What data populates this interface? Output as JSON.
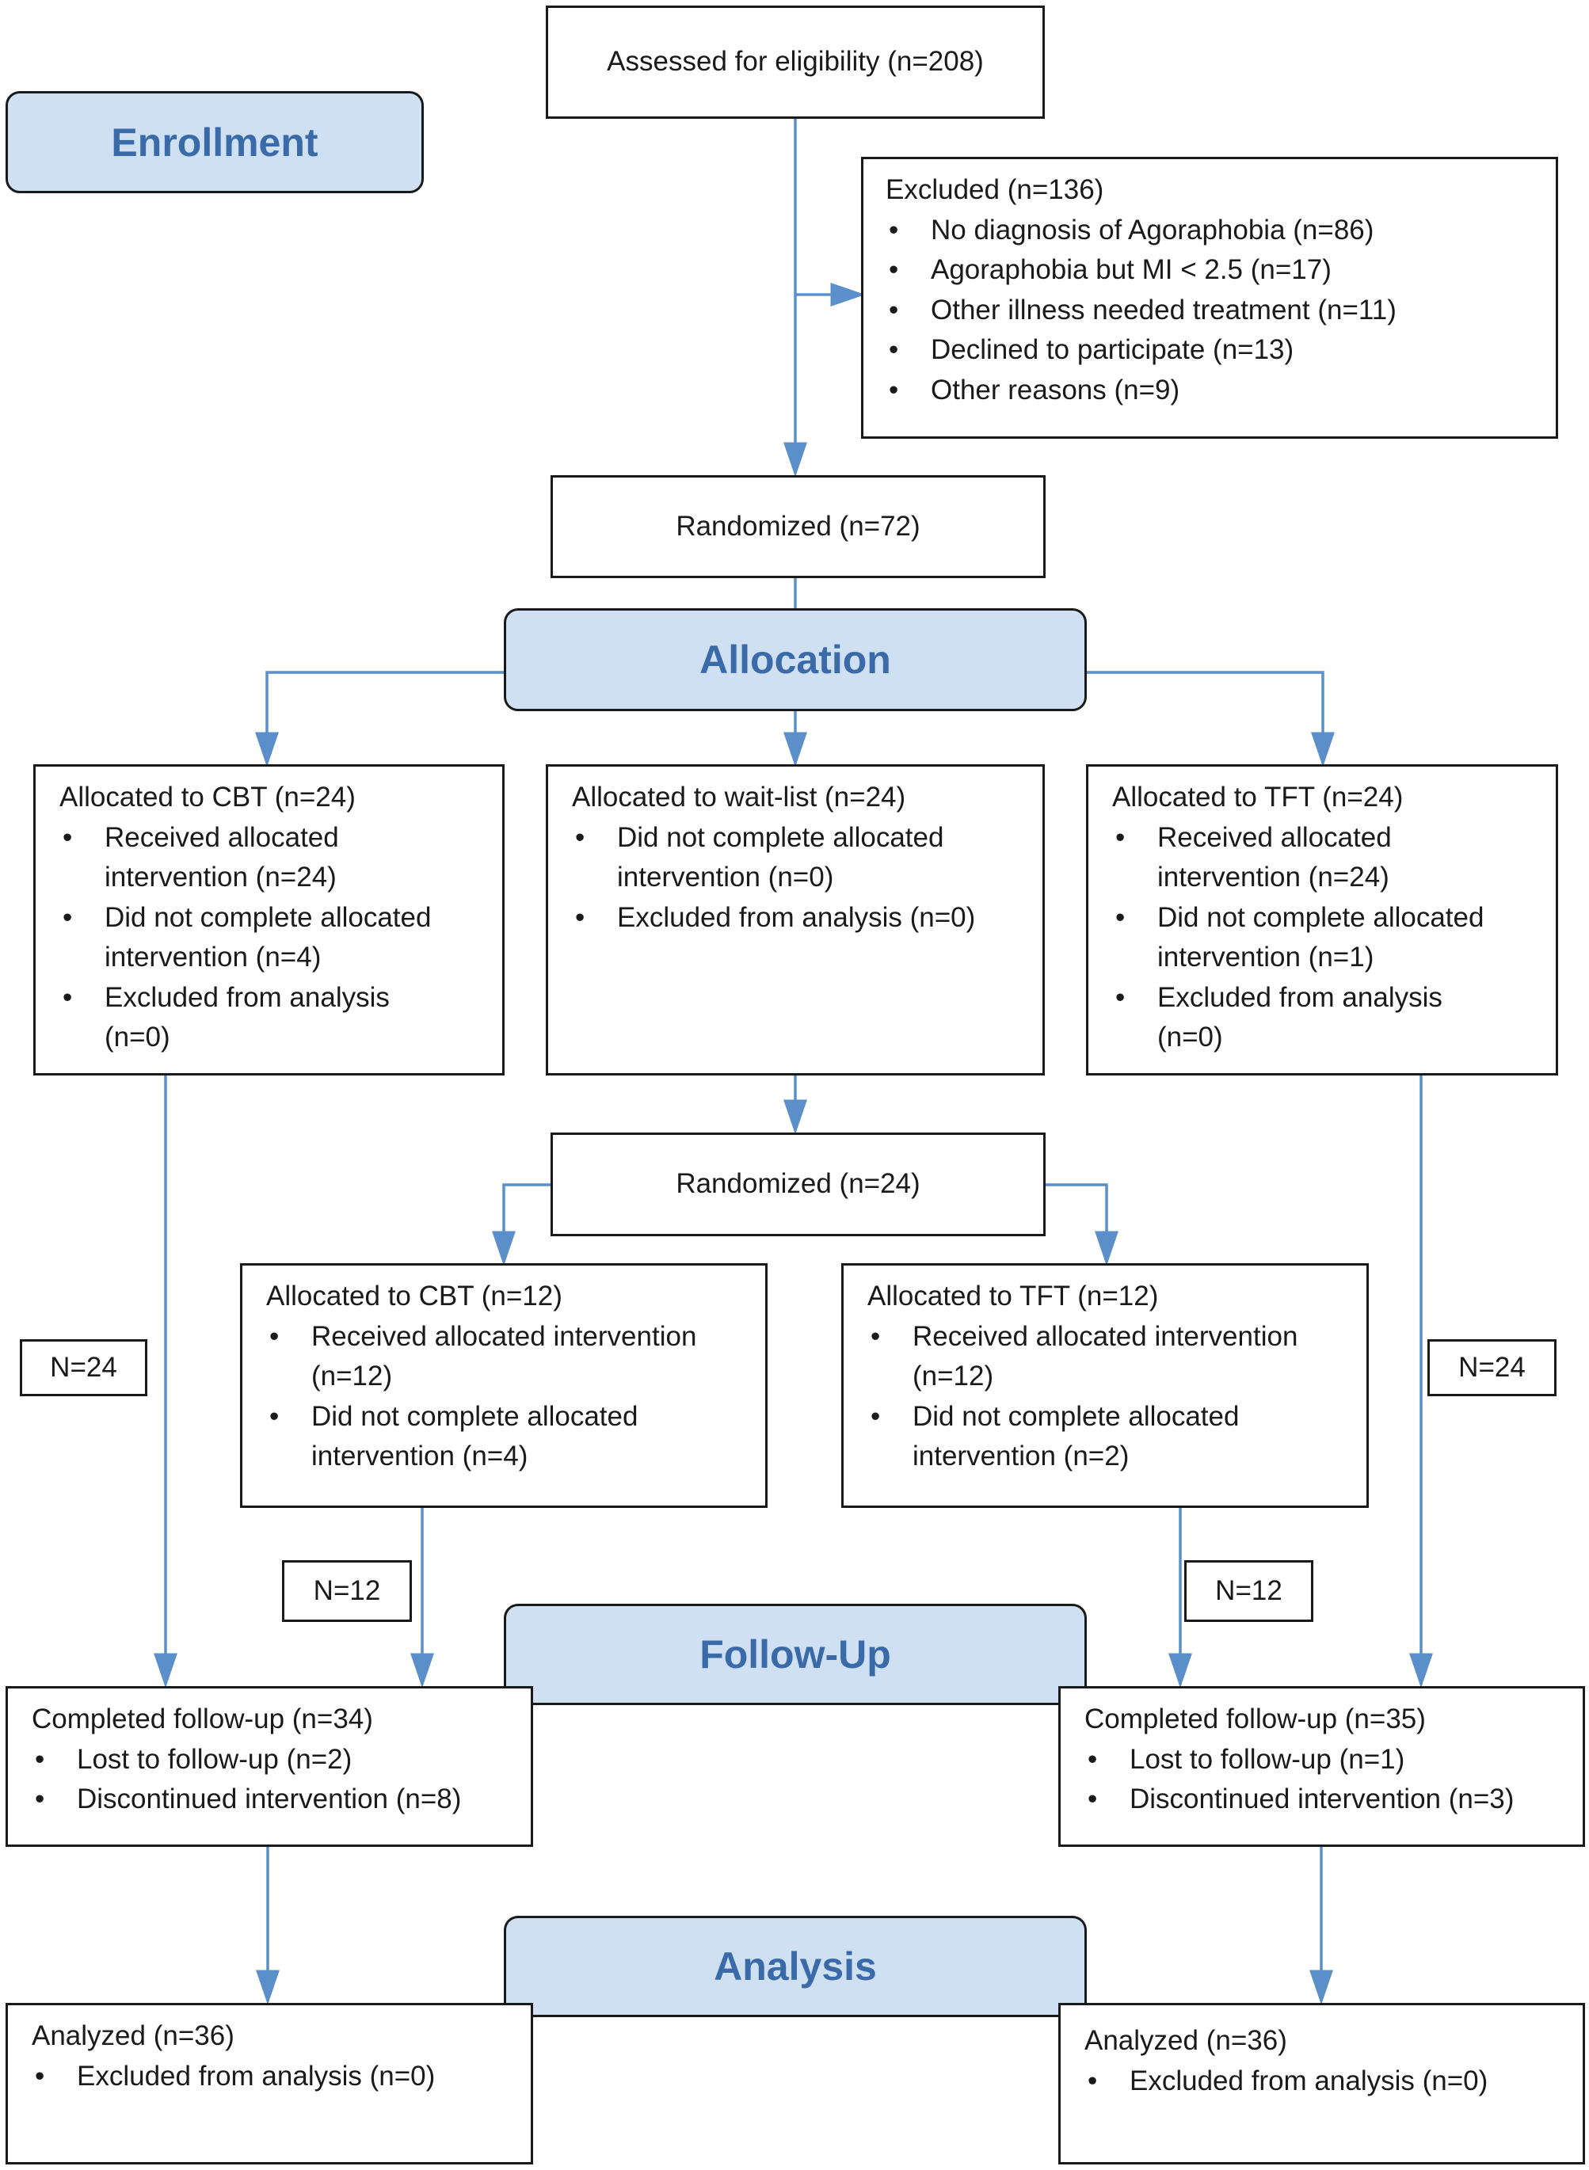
{
  "stages": {
    "enrollment": "Enrollment",
    "allocation": "Allocation",
    "followup": "Follow-Up",
    "analysis": "Analysis"
  },
  "assessed": "Assessed for eligibility (n=208)",
  "excluded": {
    "title": "Excluded (n=136)",
    "items": [
      "No diagnosis of Agoraphobia (n=86)",
      "Agoraphobia but MI < 2.5 (n=17)",
      "Other illness needed treatment (n=11)",
      "Declined to participate (n=13)",
      "Other reasons (n=9)"
    ]
  },
  "randomized_main": "Randomized (n=72)",
  "alloc_cbt": {
    "title": "Allocated to CBT (n=24)",
    "items": [
      [
        "Received allocated",
        "intervention (n=24)"
      ],
      [
        "Did not complete allocated",
        "intervention (n=4)"
      ],
      [
        "Excluded from analysis",
        "(n=0)"
      ]
    ]
  },
  "alloc_wait": {
    "title": "Allocated to wait-list (n=24)",
    "items": [
      [
        "Did not complete allocated",
        "intervention (n=0)"
      ],
      [
        "Excluded from analysis  (n=0)"
      ]
    ]
  },
  "alloc_tft": {
    "title": "Allocated to TFT (n=24)",
    "items": [
      [
        "Received allocated",
        "intervention (n=24)"
      ],
      [
        "Did not complete allocated",
        "intervention (n=1)"
      ],
      [
        "Excluded from analysis",
        "(n=0)"
      ]
    ]
  },
  "randomized_wait": "Randomized (n=24)",
  "sub_cbt": {
    "title": "Allocated to CBT (n=12)",
    "items": [
      [
        "Received allocated intervention",
        "(n=12)"
      ],
      [
        "Did not complete allocated",
        "intervention (n=4)"
      ]
    ]
  },
  "sub_tft": {
    "title": "Allocated to TFT (n=12)",
    "items": [
      [
        "Received allocated intervention",
        "(n=12)"
      ],
      [
        "Did not complete allocated",
        "intervention (n=2)"
      ]
    ]
  },
  "n_labels": {
    "left_24": "N=24",
    "right_24": "N=24",
    "left_12": "N=12",
    "right_12": "N=12"
  },
  "followup_left": {
    "title": "Completed follow-up (n=34)",
    "items": [
      "Lost to follow-up (n=2)",
      "Discontinued intervention (n=8)"
    ]
  },
  "followup_right": {
    "title": "Completed follow-up (n=35)",
    "items": [
      "Lost to follow-up (n=1)",
      "Discontinued intervention (n=3)"
    ]
  },
  "analysis_left": {
    "title": "Analyzed (n=36)",
    "items": [
      "Excluded from analysis (n=0)"
    ]
  },
  "analysis_right": {
    "title": "Analyzed (n=36)",
    "items": [
      "Excluded from analysis (n=0)"
    ]
  },
  "colors": {
    "connector": "#5b8fc9",
    "stage_fill": "#cfe0f3",
    "stage_text": "#3a6aa8",
    "border": "#1a1a1a"
  }
}
